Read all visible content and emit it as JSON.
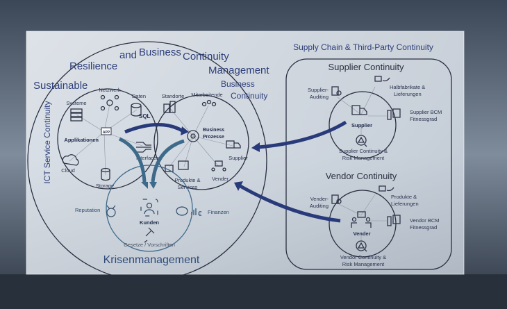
{
  "colors": {
    "accent": "#2d3f7a",
    "arrow_dark": "#283a7a",
    "arrow_teal": "#3d6a8a",
    "line": "#2a2f40"
  },
  "main": {
    "title": "Sustainable Resilience and Business Continuity Management",
    "ict": {
      "title": "ICT Service Continuity",
      "items": [
        "Netzwerk",
        "Daten",
        "Systeme",
        "Applikationen",
        "Interfaces",
        "Cloud",
        "Storage"
      ],
      "sql": "SQL",
      "app": "APP"
    },
    "business": {
      "title": "Business Continuity",
      "center": [
        "Business",
        "Prozesse"
      ],
      "items": [
        "Standorte",
        "Mitarbeitende",
        "Supplier",
        "Vender",
        "Produkte &",
        "Services"
      ]
    },
    "krisen": {
      "title": "Krisenmanagement",
      "center": "Kunden",
      "items": [
        "Reputation",
        "Finanzen",
        "Gesetze / Vorschriften"
      ]
    }
  },
  "right": {
    "title": "Supply Chain & Third-Party Continuity",
    "supplier": {
      "title": "Supplier Continuity",
      "center": "Supplier",
      "auditing": [
        "Supplier-",
        "Auditing"
      ],
      "deliveries": [
        "Halbfabrikate &",
        "Lieferungen"
      ],
      "bcm": [
        "Supplier BCM",
        "Fitnessgrad"
      ],
      "risk": [
        "Supplier Continuity &",
        "Risk Management"
      ]
    },
    "vendor": {
      "title": "Vendor Continuity",
      "center": "Vender",
      "auditing": [
        "Vender-",
        "Auditing"
      ],
      "deliveries": [
        "Produkte &",
        "Lieferungen"
      ],
      "bcm": [
        "Vendor BCM",
        "Fitnessgrad"
      ],
      "risk": [
        "Vendor Continuity &",
        "Risk Management"
      ]
    }
  }
}
